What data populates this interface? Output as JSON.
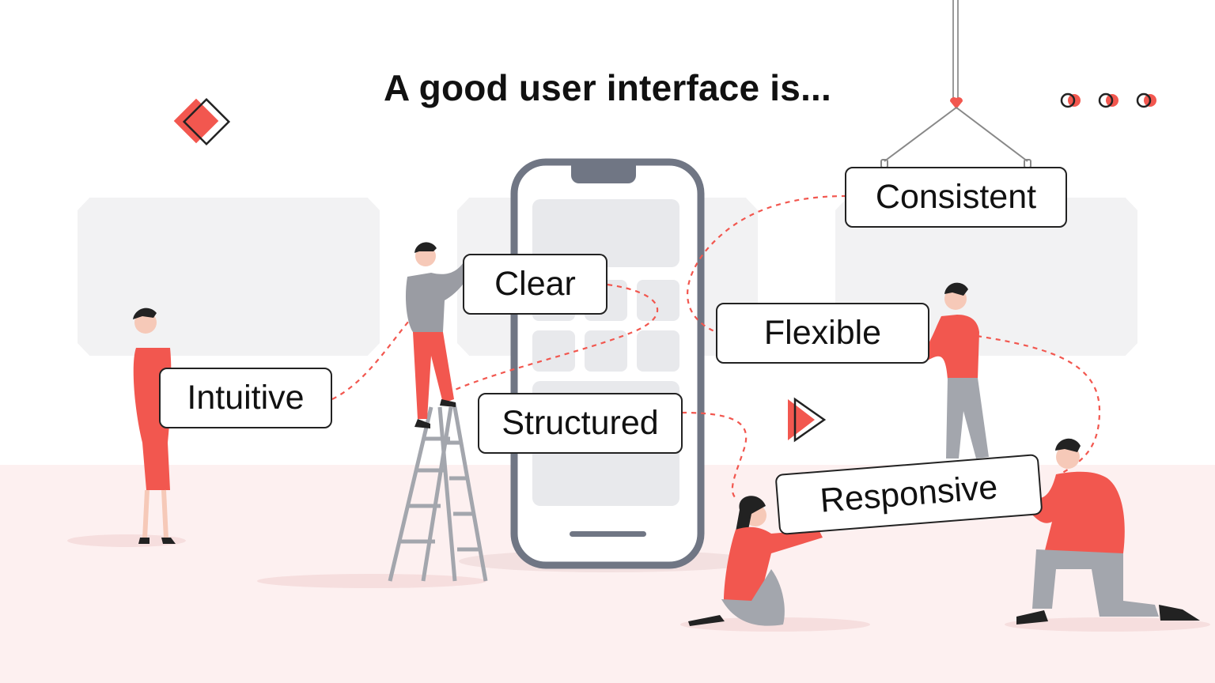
{
  "heading": "A good user interface is...",
  "labels": {
    "consistent": "Consistent",
    "clear": "Clear",
    "flexible": "Flexible",
    "intuitive": "Intuitive",
    "structured": "Structured",
    "responsive": "Responsive"
  },
  "colors": {
    "accent": "#f2574f",
    "phone_frame": "#707684",
    "tile": "#e8e9ec",
    "floor": "#fdf0f0",
    "panel": "#f2f2f3",
    "ink": "#222222",
    "grey_pants": "#a3a6ad"
  },
  "icons": [
    "diamond-icon",
    "play-triangle-icon",
    "circles-icon",
    "heart-hook-icon"
  ]
}
